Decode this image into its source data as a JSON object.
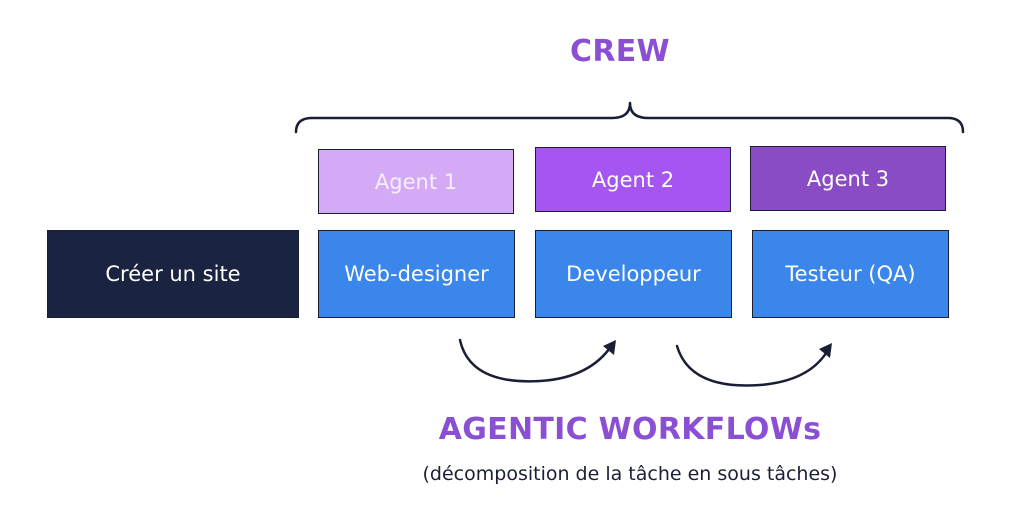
{
  "crew": {
    "title": "CREW",
    "agents": [
      {
        "label": "Agent 1",
        "color": "#d4aaf6"
      },
      {
        "label": "Agent 2",
        "color": "#a555f0"
      },
      {
        "label": "Agent 3",
        "color": "#8a4cc4"
      }
    ]
  },
  "task": {
    "label": "Créer un site",
    "color": "#1a2340"
  },
  "roles": [
    {
      "label": "Web-designer"
    },
    {
      "label": "Developpeur"
    },
    {
      "label": "Testeur (QA)"
    }
  ],
  "role_color": "#3a86ea",
  "workflow": {
    "title": "AGENTIC WORKFLOWs",
    "subtitle": "(décomposition de la tâche en sous tâches)"
  },
  "accent_color": "#8b4fd4",
  "line_color": "#1a1f36"
}
